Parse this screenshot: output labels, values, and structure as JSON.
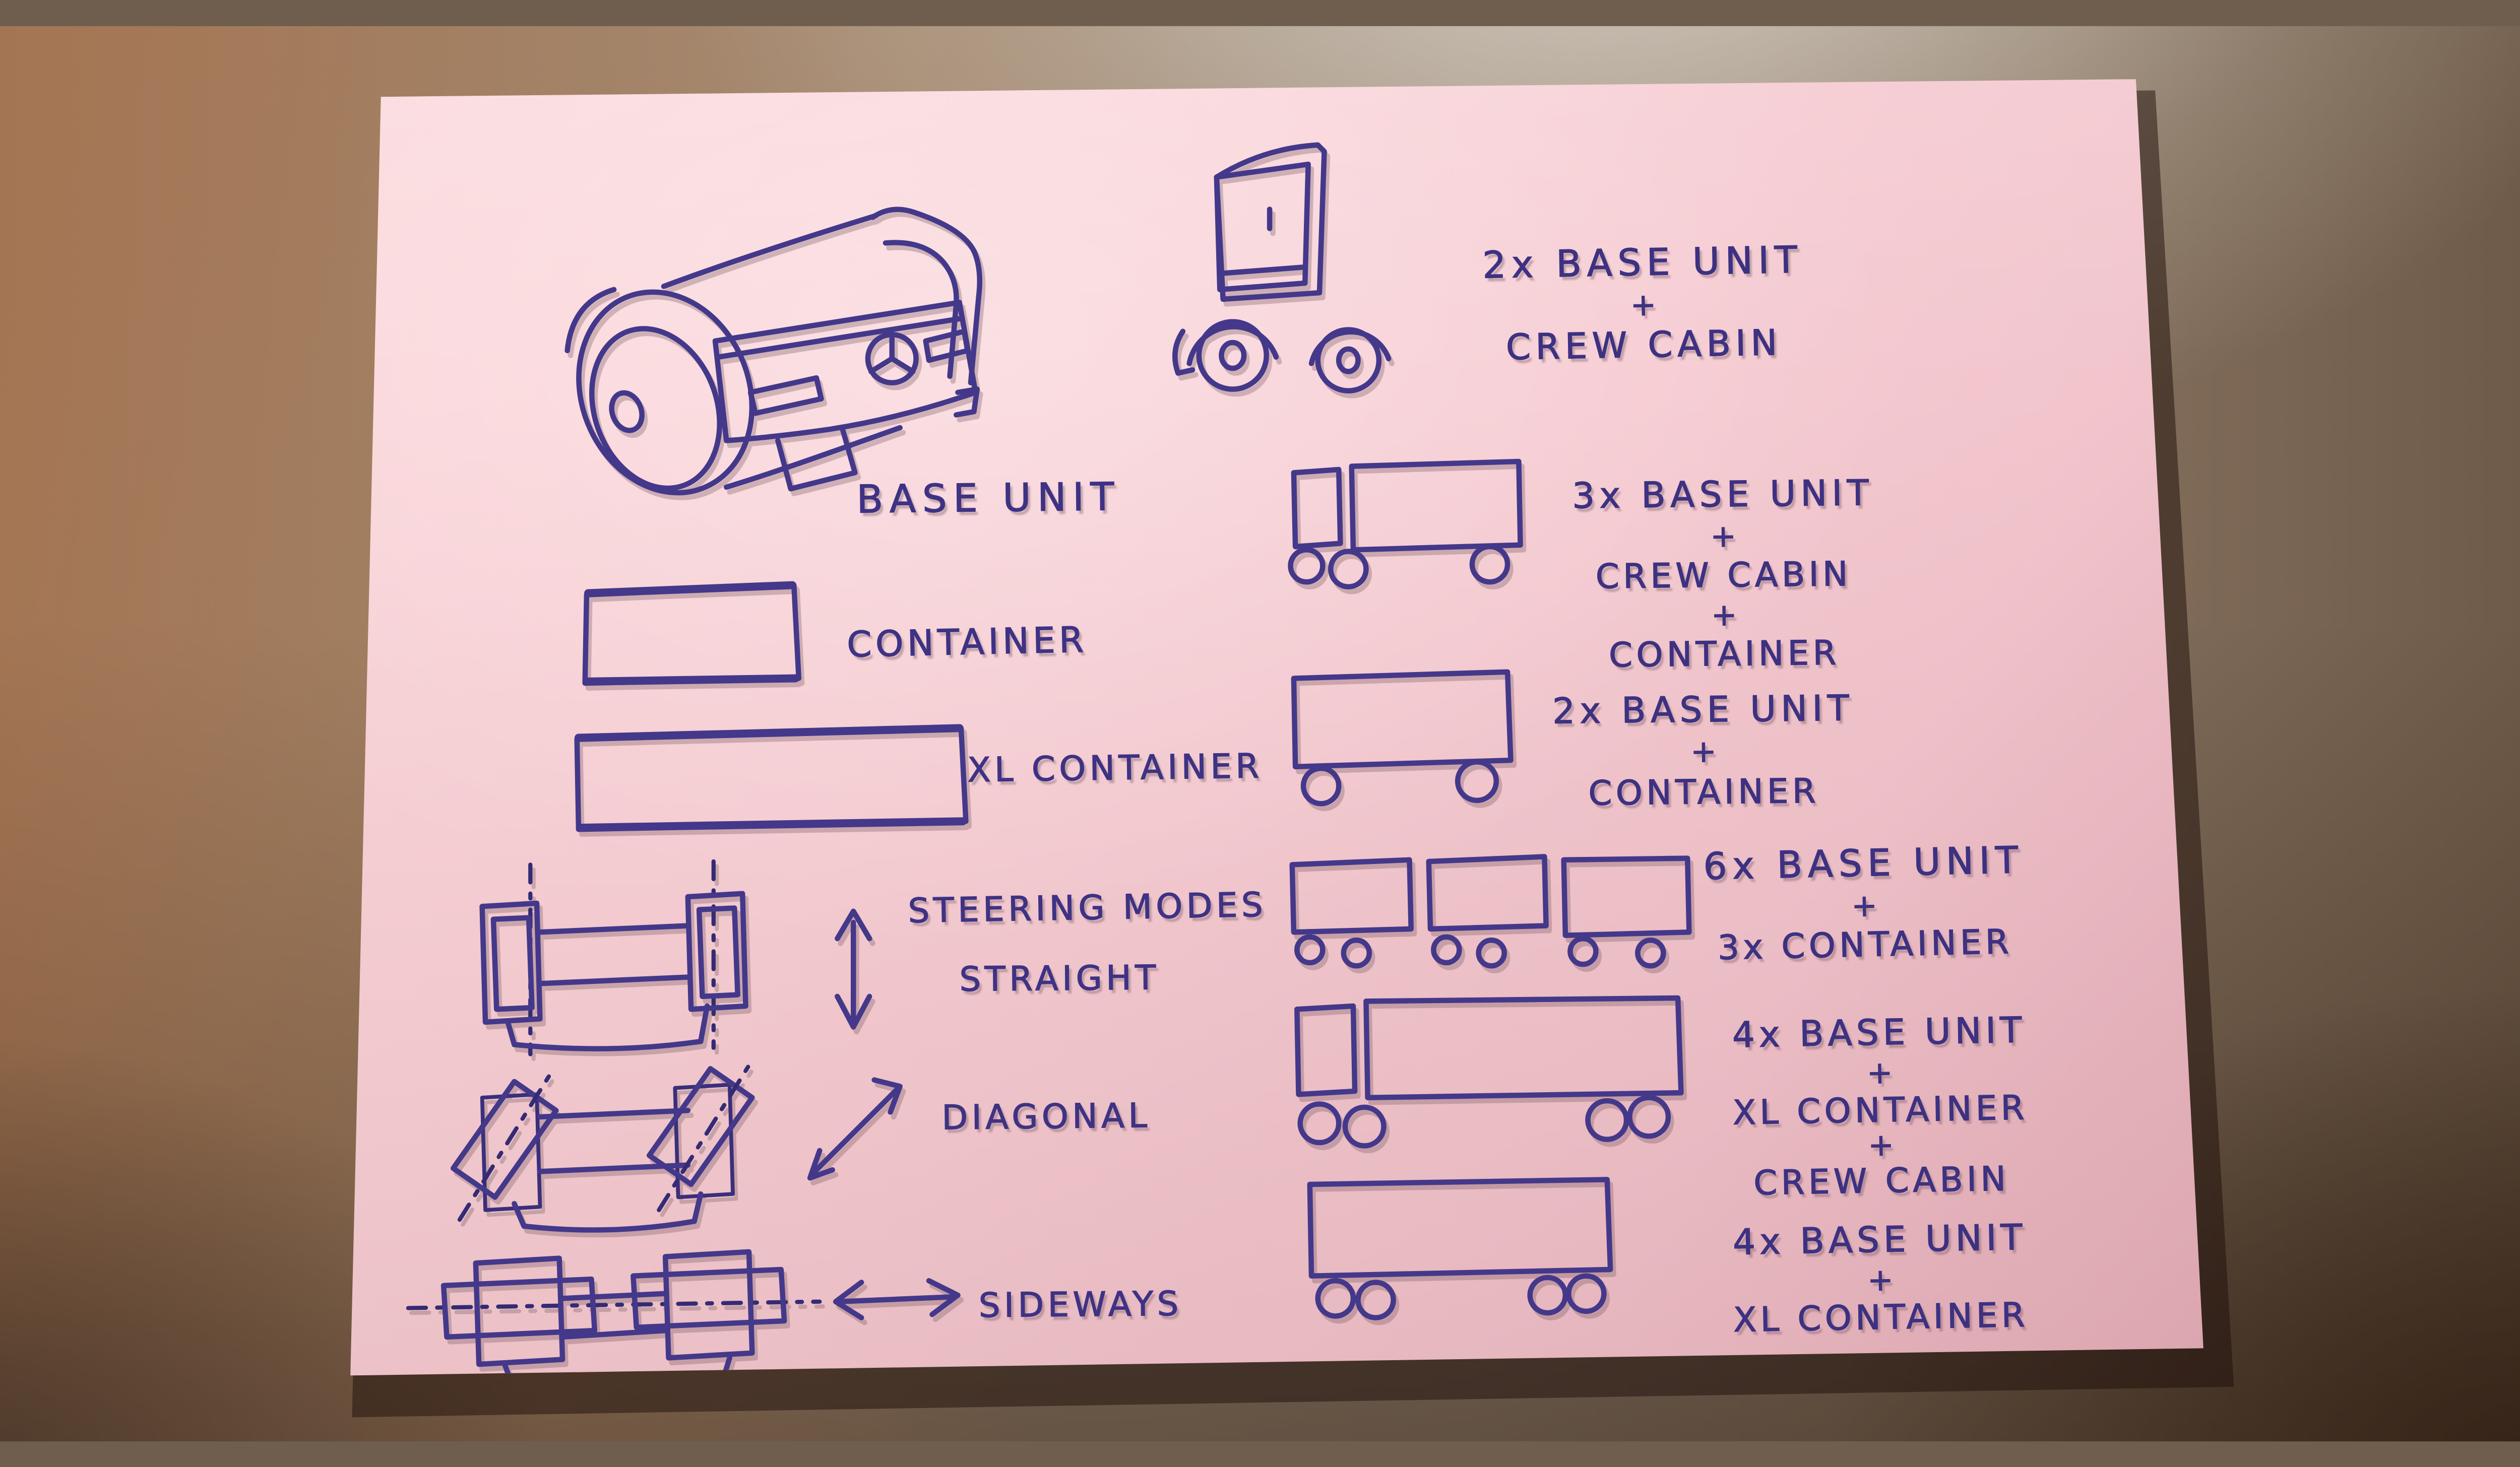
{
  "scene": {
    "description": "hand-drawn concept sketch on pink paper",
    "ink_color": "#3e3284",
    "paper_color": "#f9d2d7",
    "desk_color": "#9c7c63"
  },
  "labels": {
    "base_unit": "BASE UNIT",
    "container": "CONTAINER",
    "xl_container": "XL CONTAINER"
  },
  "steering": {
    "title": "STEERING MODES",
    "modes": {
      "straight": "STRAIGHT",
      "diagonal": "DIAGONAL",
      "sideways": "SIDEWAYS"
    }
  },
  "combos": {
    "crew2": {
      "lines": [
        "2x BASE UNIT",
        "+",
        "CREW CABIN"
      ]
    },
    "three": {
      "lines": [
        "3x BASE UNIT",
        "+",
        "CREW CABIN",
        "+",
        "CONTAINER"
      ]
    },
    "two_container": {
      "lines": [
        "2x BASE UNIT",
        "+",
        "CONTAINER"
      ]
    },
    "six": {
      "lines": [
        "6x BASE UNIT",
        "+",
        "3x CONTAINER"
      ]
    },
    "four_crew": {
      "lines": [
        "4x BASE UNIT",
        "+",
        "XL CONTAINER",
        "+",
        "CREW CABIN"
      ]
    },
    "four_xl": {
      "lines": [
        "4x BASE UNIT",
        "+",
        "XL CONTAINER"
      ]
    }
  }
}
